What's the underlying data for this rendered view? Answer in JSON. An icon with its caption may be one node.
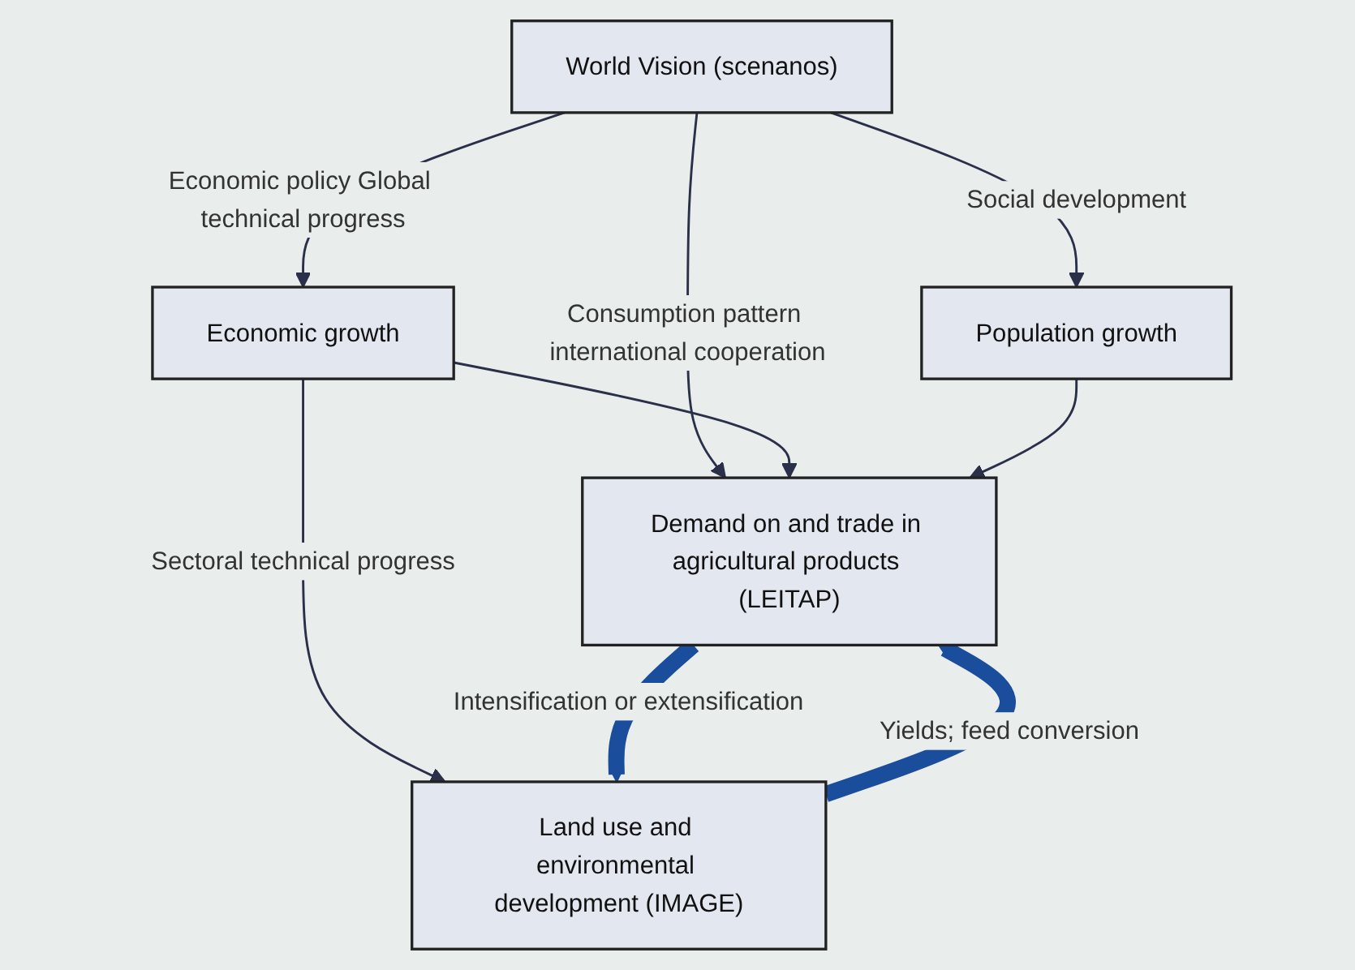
{
  "diagram": {
    "nodes": [
      {
        "text": [
          "World Vision (scenanos)"
        ]
      },
      {
        "text": [
          "Economic growth"
        ]
      },
      {
        "text": [
          "Population growth"
        ]
      },
      {
        "text": [
          "Demand on and trade in agricultural products (LEITAP)"
        ]
      },
      {
        "text": [
          "Land use and environmental development (IMAGE)"
        ]
      }
    ],
    "edges": [
      {
        "from": 0,
        "to": 1,
        "arrow": "to",
        "label": "Economic policy Global technical progress"
      },
      {
        "from": 0,
        "to": 2,
        "arrow": "to",
        "label": "Social development"
      },
      {
        "from": 0,
        "to": 3,
        "arrow": "to",
        "label": "Consumption pattern international cooperation"
      },
      {
        "from": 1,
        "to": 3,
        "arrow": "to"
      },
      {
        "from": 2,
        "to": 3,
        "arrow": "to"
      },
      {
        "from": 1,
        "to": 4,
        "arrow": "to",
        "label": "Sectoral technical progress"
      },
      {
        "from": 3,
        "to": 4,
        "arrow": "to",
        "label": "Intensification or extensification",
        "style": "thick",
        "color": "#1a4d9c"
      },
      {
        "from": 4,
        "to": 3,
        "arrow": "to",
        "label": "Yields; feed conversion",
        "style": "thick",
        "color": "#1a4d9c"
      }
    ]
  }
}
